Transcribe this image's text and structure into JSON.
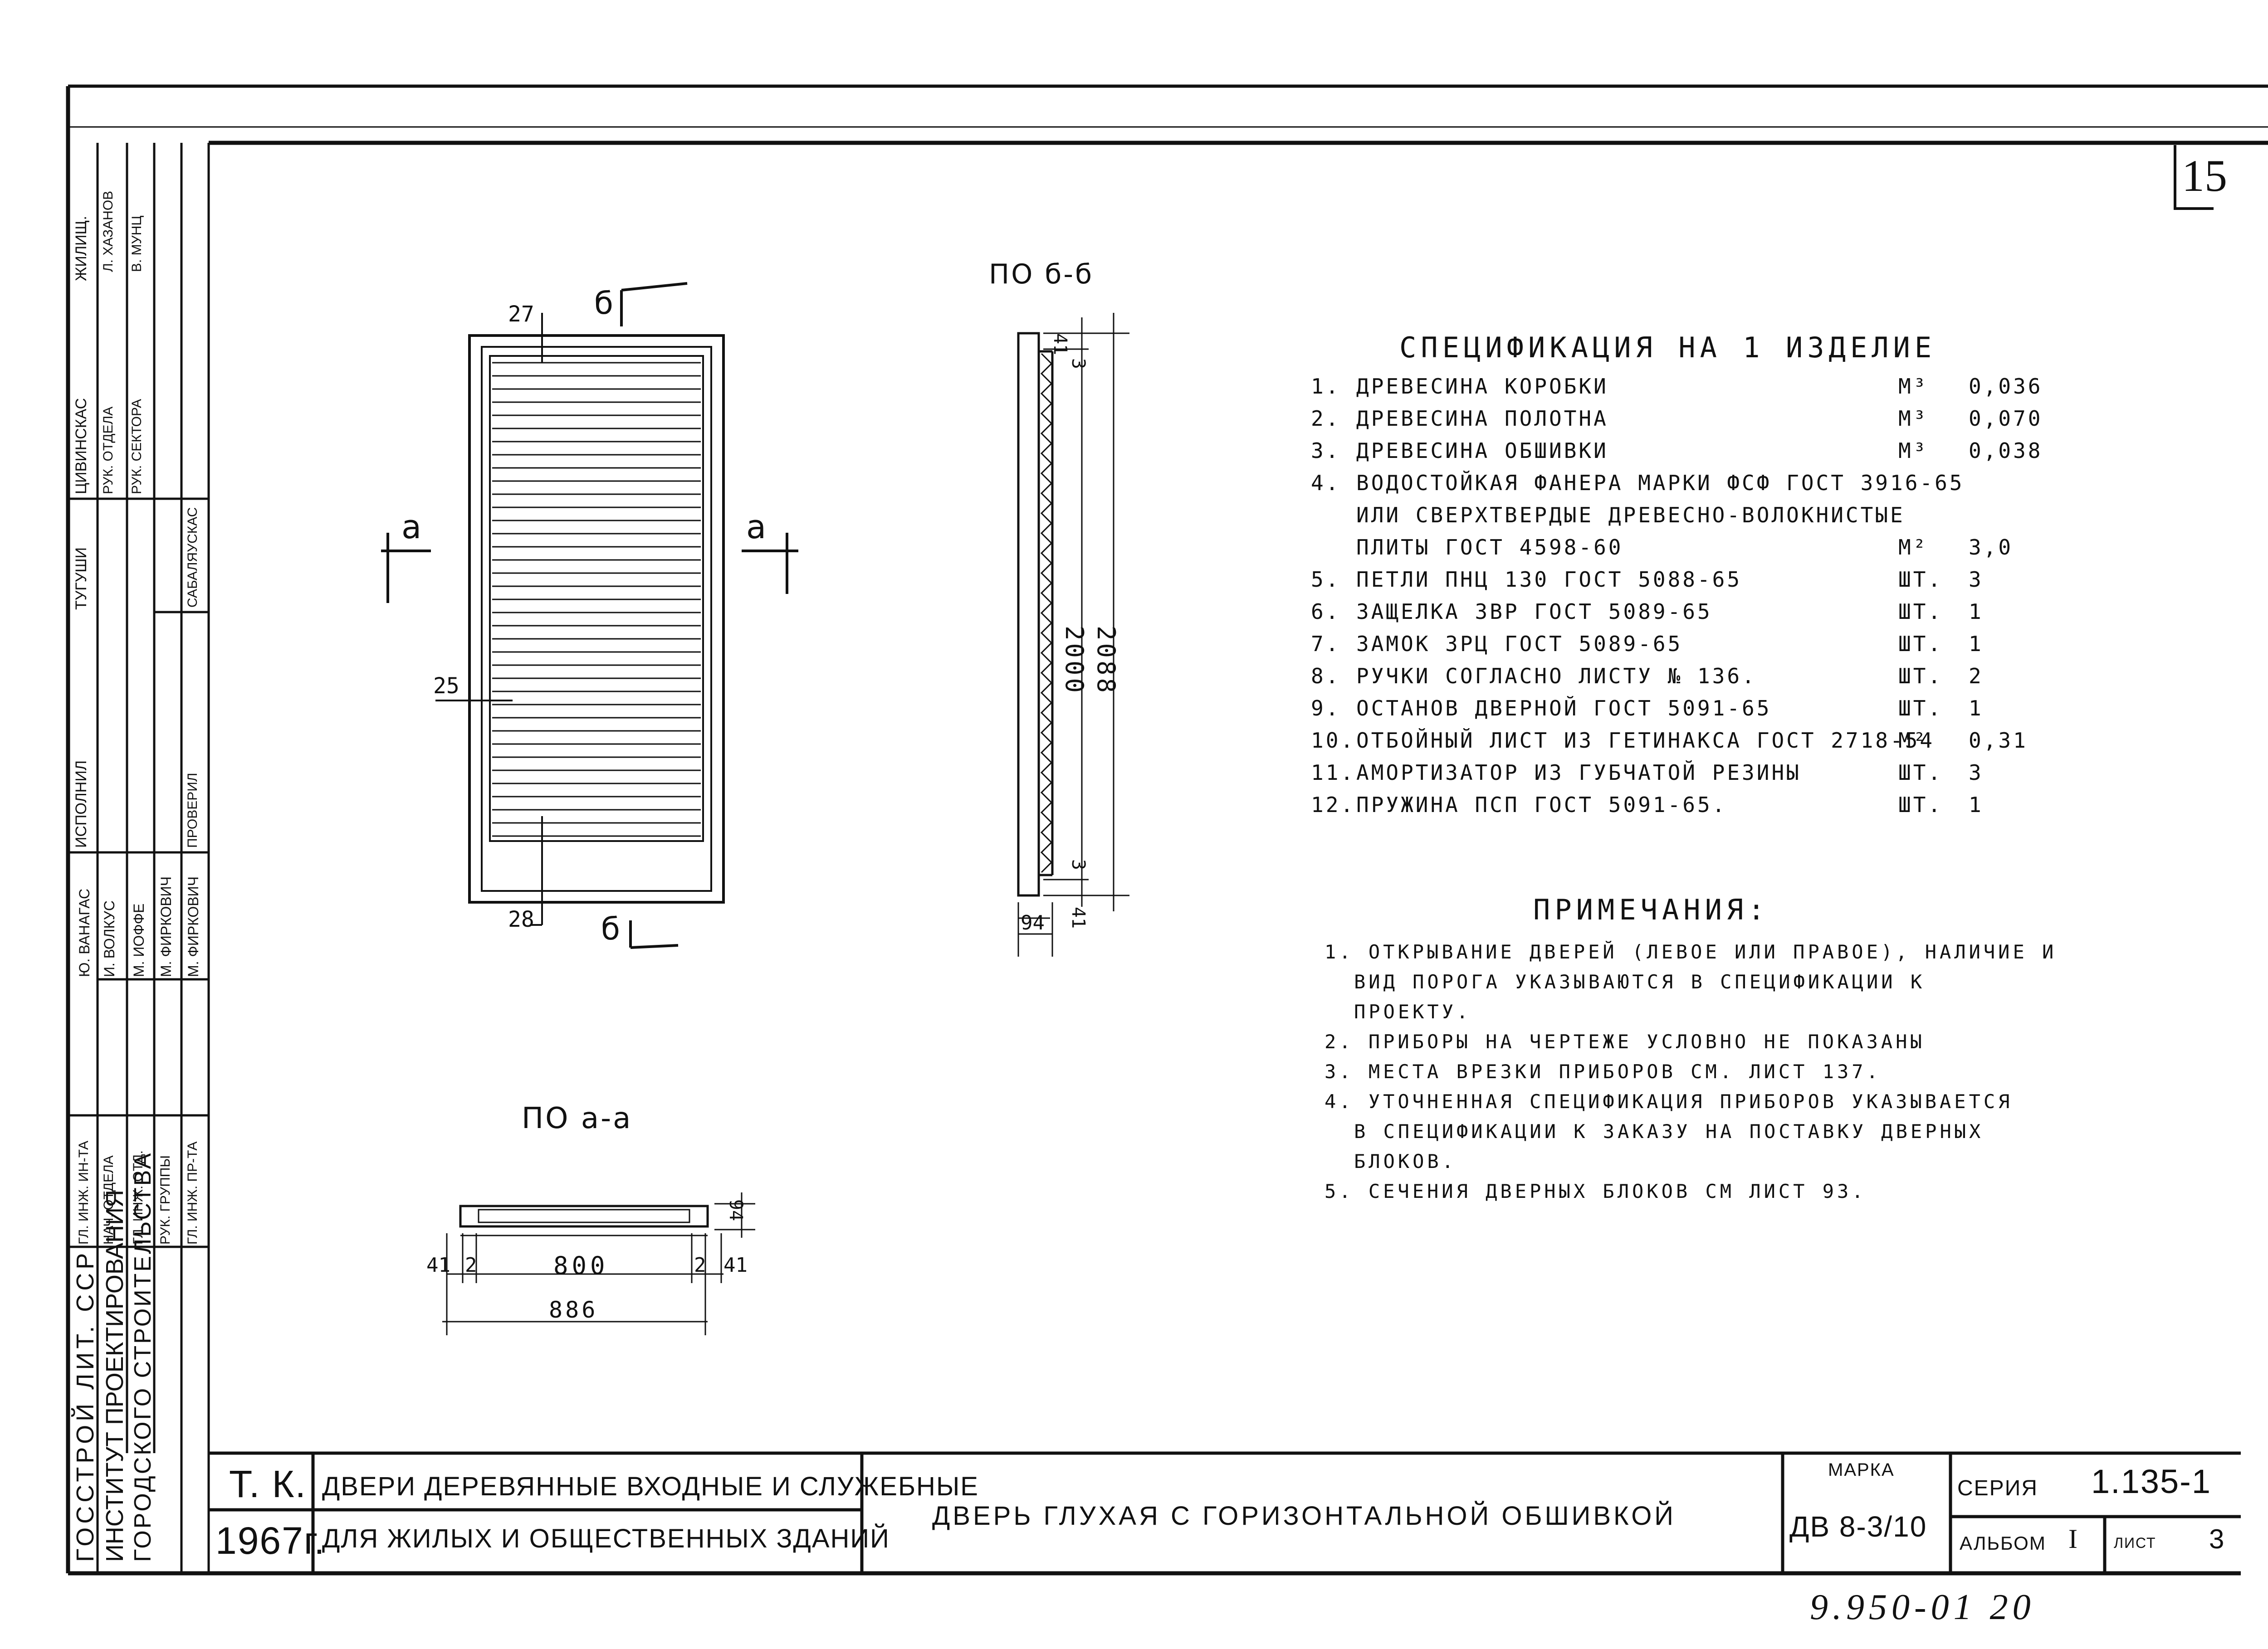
{
  "sheet_number": "15",
  "views": {
    "section_b_title": "ПО б-б",
    "section_a_title": "ПО а-а",
    "cut_a": "а",
    "cut_b": "б"
  },
  "dimensions": {
    "label_27": "27",
    "label_25": "25",
    "label_28": "28",
    "v_41_top": "41",
    "v_3_top": "3",
    "v_2000": "2000",
    "v_2088": "2088",
    "v_3_bottom": "3",
    "v_41_bottom": "41",
    "h_94": "94",
    "a_94": "94",
    "a_41_left": "41",
    "a_2_left": "2",
    "a_800": "800",
    "a_2_right": "2",
    "a_41_right": "41",
    "a_886": "886"
  },
  "specification": {
    "title": "СПЕЦИФИКАЦИЯ НА 1 ИЗДЕЛИЕ",
    "rows": [
      {
        "num": "1.",
        "name": "ДРЕВЕСИНА КОРОБКИ",
        "unit": "М³",
        "qty": "0,036"
      },
      {
        "num": "2.",
        "name": "ДРЕВЕСИНА ПОЛОТНА",
        "unit": "М³",
        "qty": "0,070"
      },
      {
        "num": "3.",
        "name": "ДРЕВЕСИНА ОБШИВКИ",
        "unit": "М³",
        "qty": "0,038"
      },
      {
        "num": "4.",
        "name": "ВОДОСТОЙКАЯ ФАНЕРА МАРКИ ФСФ ГОСТ 3916-65",
        "unit": "",
        "qty": ""
      },
      {
        "num": "",
        "name": "ИЛИ СВЕРХТВЕРДЫЕ ДРЕВЕСНО-ВОЛОКНИСТЫЕ",
        "unit": "",
        "qty": ""
      },
      {
        "num": "",
        "name": "ПЛИТЫ ГОСТ 4598-60",
        "unit": "М²",
        "qty": "3,0"
      },
      {
        "num": "5.",
        "name": "ПЕТЛИ ПНЦ 130 ГОСТ 5088-65",
        "unit": "ШТ.",
        "qty": "3"
      },
      {
        "num": "6.",
        "name": "ЗАЩЕЛКА ЗВР ГОСТ 5089-65",
        "unit": "ШТ.",
        "qty": "1"
      },
      {
        "num": "7.",
        "name": "ЗАМОК ЗРЦ ГОСТ 5089-65",
        "unit": "ШТ.",
        "qty": "1"
      },
      {
        "num": "8.",
        "name": "РУЧКИ СОГЛАСНО ЛИСТУ № 136.",
        "unit": "ШТ.",
        "qty": "2"
      },
      {
        "num": "9.",
        "name": "ОСТАНОВ ДВЕРНОЙ ГОСТ 5091-65",
        "unit": "ШТ.",
        "qty": "1"
      },
      {
        "num": "10.",
        "name": "ОТБОЙНЫЙ ЛИСТ ИЗ ГЕТИНАКСА ГОСТ 2718-54",
        "unit": "М²",
        "qty": "0,31"
      },
      {
        "num": "11.",
        "name": "АМОРТИЗАТОР ИЗ ГУБЧАТОЙ РЕЗИНЫ",
        "unit": "ШТ.",
        "qty": "3"
      },
      {
        "num": "12.",
        "name": "ПРУЖИНА ПСП ГОСТ 5091-65.",
        "unit": "ШТ.",
        "qty": "1"
      }
    ]
  },
  "notes": {
    "title": "ПРИМЕЧАНИЯ:",
    "lines": [
      "1. ОТКРЫВАНИЕ ДВЕРЕЙ (ЛЕВОЕ ИЛИ ПРАВОЕ), НАЛИЧИЕ И",
      "ВИД ПОРОГА УКАЗЫВАЮТСЯ В СПЕЦИФИКАЦИИ К",
      "ПРОЕКТУ.",
      "2. ПРИБОРЫ НА ЧЕРТЕЖЕ УСЛОВНО НЕ ПОКАЗАНЫ",
      "3. МЕСТА ВРЕЗКИ ПРИБОРОВ СМ. ЛИСТ 137.",
      "4. УТОЧНЕННАЯ СПЕЦИФИКАЦИЯ ПРИБОРОВ УКАЗЫВАЕТСЯ",
      "В СПЕЦИФИКАЦИИ К ЗАКАЗУ НА ПОСТАВКУ ДВЕРНЫХ",
      "БЛОКОВ.",
      "5. СЕЧЕНИЯ ДВЕРНЫХ БЛОКОВ СМ ЛИСТ 93."
    ]
  },
  "title_block": {
    "code_top": "Т. К.",
    "year": "1967г.",
    "series_title_1": "ДВЕРИ ДЕРЕВЯННЫЕ ВХОДНЫЕ И СЛУЖЕБНЫЕ",
    "series_title_2": "ДЛЯ ЖИЛЫХ И ОБЩЕСТВЕННЫХ ЗДАНИЙ",
    "drawing_title": "ДВЕРЬ ГЛУХАЯ С ГОРИЗОНТАЛЬНОЙ ОБШИВКОЙ",
    "mark_label": "МАРКА",
    "mark_value": "ДВ 8-3/10",
    "series_label": "СЕРИЯ",
    "series_value": "1.135-1",
    "album_label": "АЛЬБОМ",
    "album_value": "I",
    "sheet_label": "ЛИСТ",
    "sheet_value": "3",
    "bottom_number": "9.950-01 20"
  },
  "side_stamp": {
    "org_1": "ГОССТРОЙ ЛИТ. ССР",
    "org_2": "ИНСТИТУТ ПРОЕКТИРОВАНИЯ",
    "org_3": "ГОРОДСКОГО СТРОИТЕЛЬСТВА",
    "col1": [
      "ГЛ. ИНЖ. ИН-ТА",
      "НАЧ. ОТДЕЛА",
      "ГЛ. ИНЖ. ОТД.",
      "РУК. ГРУППЫ",
      "ГЛ. ИНЖ. ПР-ТА"
    ],
    "col2": [
      "Ю. ВАНАГАС",
      "И. ВОЛКУС",
      "М. ИОФФЕ",
      "М. ФИРКОВИЧ",
      "М. ФИРКОВИЧ"
    ],
    "col_heads": [
      "ИСПОЛНИЛ",
      "ТУГУШИ",
      "ЦИВИНСКАС",
      "ЖИЛИЩ."
    ],
    "upper": [
      "ПРОВЕРИЛ",
      "САБАЛЯУСКАС",
      "РУК. ОТДЕЛА",
      "РУК. СЕКТОРА",
      "Л. ХАЗАНОВ",
      "В. МУНЦ"
    ]
  }
}
